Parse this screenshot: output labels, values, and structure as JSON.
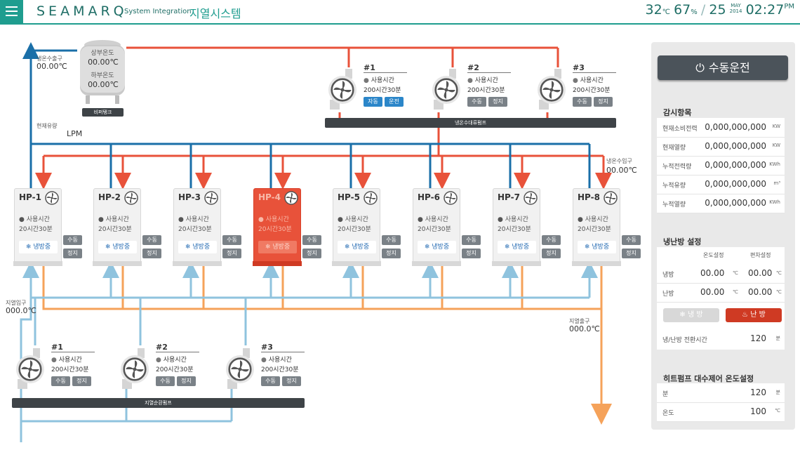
{
  "header": {
    "brand": "SEAMARQ",
    "brand_sub": "System Integration",
    "title": "지열시스템",
    "temp": "32",
    "temp_unit": "℃",
    "humidity": "67",
    "humidity_unit": "%",
    "day": "25",
    "month": "MAY",
    "year": "2014",
    "time": "02:27",
    "ampm": "PM"
  },
  "tank": {
    "upper_label": "상부온도",
    "upper_value": "00.00℃",
    "lower_label": "하부온도",
    "lower_value": "00.00℃",
    "name": "비퍼탱크"
  },
  "cold_out": {
    "label": "냉온수출구",
    "value": "00.00℃"
  },
  "flow": {
    "label": "현재유량",
    "unit": "LPM"
  },
  "cold_in": {
    "label": "냉온수입구",
    "value": "00.00℃"
  },
  "geo_in": {
    "label": "지열입구",
    "value": "000.0℃"
  },
  "geo_out": {
    "label": "지열출구",
    "value": "000.0℃"
  },
  "top_pumps": {
    "bar_label": "냉온수대류펌프",
    "items": [
      {
        "num": "#1",
        "usage_label": "사용시간",
        "usage": "200시간30분",
        "btn1": "자동",
        "btn2": "운전"
      },
      {
        "num": "#2",
        "usage_label": "사용시간",
        "usage": "200시간30분",
        "btn1": "수동",
        "btn2": "정지"
      },
      {
        "num": "#3",
        "usage_label": "사용시간",
        "usage": "200시간30분",
        "btn1": "수동",
        "btn2": "정지"
      }
    ]
  },
  "bottom_pumps": {
    "bar_label": "지열순환펌프",
    "items": [
      {
        "num": "#1",
        "usage_label": "사용시간",
        "usage": "200시간30분",
        "btn1": "수동",
        "btn2": "정지"
      },
      {
        "num": "#2",
        "usage_label": "사용시간",
        "usage": "200시간30분",
        "btn1": "수동",
        "btn2": "정지"
      },
      {
        "num": "#3",
        "usage_label": "사용시간",
        "usage": "200시간30분",
        "btn1": "수동",
        "btn2": "정지"
      }
    ]
  },
  "heatpumps": [
    {
      "name": "HP-1",
      "usage_label": "사용시간",
      "usage": "20시간30분",
      "status": "냉방중",
      "btn1": "수동",
      "btn2": "정지",
      "active": false
    },
    {
      "name": "HP-2",
      "usage_label": "사용시간",
      "usage": "20시간30분",
      "status": "냉방중",
      "btn1": "수동",
      "btn2": "정지",
      "active": false
    },
    {
      "name": "HP-3",
      "usage_label": "사용시간",
      "usage": "20시간30분",
      "status": "냉방중",
      "btn1": "수동",
      "btn2": "정지",
      "active": false
    },
    {
      "name": "HP-4",
      "usage_label": "사용시간",
      "usage": "20시간30분",
      "status": "냉방중",
      "btn1": "수동",
      "btn2": "정지",
      "active": true
    },
    {
      "name": "HP-5",
      "usage_label": "사용시간",
      "usage": "20시간30분",
      "status": "냉방중",
      "btn1": "수동",
      "btn2": "정지",
      "active": false
    },
    {
      "name": "HP-6",
      "usage_label": "사용시간",
      "usage": "20시간30분",
      "status": "냉방중",
      "btn1": "수동",
      "btn2": "정지",
      "active": false
    },
    {
      "name": "HP-7",
      "usage_label": "사용시간",
      "usage": "20시간30분",
      "status": "냉방중",
      "btn1": "수동",
      "btn2": "정지",
      "active": false
    },
    {
      "name": "HP-8",
      "usage_label": "사용시간",
      "usage": "20시간30분",
      "status": "냉방중",
      "btn1": "수동",
      "btn2": "정지",
      "active": false
    }
  ],
  "panel": {
    "manual_btn": "수동운전",
    "monitor_title": "감시항목",
    "monitor": [
      {
        "label": "현재소비전력",
        "value": "0,000,000,000",
        "unit": "KW"
      },
      {
        "label": "현재열량",
        "value": "0,000,000,000",
        "unit": "KW"
      },
      {
        "label": "누적전력량",
        "value": "0,000,000,000",
        "unit": "KWh"
      },
      {
        "label": "누적유량",
        "value": "0,000,000,000",
        "unit": "m³"
      },
      {
        "label": "누적열량",
        "value": "0,000,000,000",
        "unit": "KWh"
      }
    ],
    "hvac_title": "냉난방 설정",
    "hvac_col1": "온도설정",
    "hvac_col2": "편차설정",
    "hvac_rows": [
      {
        "label": "냉방",
        "v1": "00.00",
        "v2": "00.00",
        "unit": "℃"
      },
      {
        "label": "난방",
        "v1": "00.00",
        "v2": "00.00",
        "unit": "℃"
      }
    ],
    "cool_btn": "냉 방",
    "heat_btn": "난 방",
    "switch_label": "냉/난방 전환시간",
    "switch_value": "120",
    "switch_unit": "분",
    "hp_title": "히트펌프 대수제어 온도설정",
    "hp_rows": [
      {
        "label": "분",
        "value": "120",
        "unit": "분"
      },
      {
        "label": "온도",
        "value": "100",
        "unit": "℃"
      }
    ]
  },
  "colors": {
    "accent": "#1f9d8f",
    "hot": "#e8523a",
    "cold": "#1a6fa8",
    "geo_warm": "#f5a25a",
    "geo_cool": "#8fc3de"
  }
}
